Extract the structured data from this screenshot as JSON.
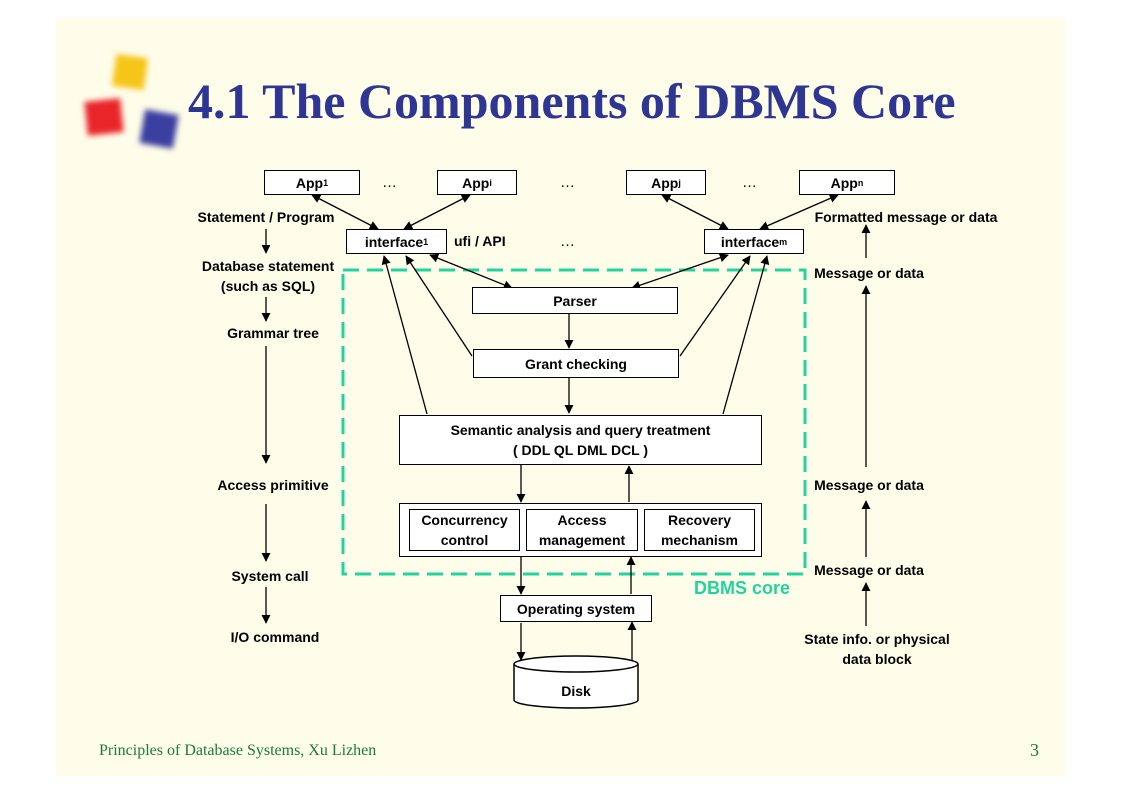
{
  "slide": {
    "title": "4.1 The Components of DBMS Core",
    "footer": "Principles of Database Systems, Xu Lizhen",
    "page_number": "3",
    "accent_color": "#2e3592",
    "core_color": "#22d3a0"
  },
  "diagram": {
    "apps": [
      {
        "base": "App",
        "sub": "1"
      },
      {
        "base": "App",
        "sub": "i"
      },
      {
        "base": "App",
        "sub": "j"
      },
      {
        "base": "App",
        "sub": "n"
      }
    ],
    "ellipsis": "…",
    "interfaces": [
      {
        "base": "interface",
        "sub": "1"
      },
      {
        "base": "interface",
        "sub": "m"
      }
    ],
    "api_label": "ufi / API",
    "parser": "Parser",
    "grant": "Grant checking",
    "semantic_line1": "Semantic analysis and query treatment",
    "semantic_line2": "( DDL  QL  DML  DCL )",
    "modules": [
      {
        "line1": "Concurrency",
        "line2": "control"
      },
      {
        "line1": "Access",
        "line2": "management"
      },
      {
        "line1": "Recovery",
        "line2": "mechanism"
      }
    ],
    "os": "Operating system",
    "disk": "Disk",
    "core_label": "DBMS core",
    "left_flow": [
      "Statement / Program",
      "Database statement",
      "(such as SQL)",
      "Grammar tree",
      "Access primitive",
      "System call",
      "I/O command"
    ],
    "right_flow": [
      "Formatted message or data",
      "Message or data",
      "Message or data",
      "Message or data",
      "State info. or physical",
      "data block"
    ]
  }
}
